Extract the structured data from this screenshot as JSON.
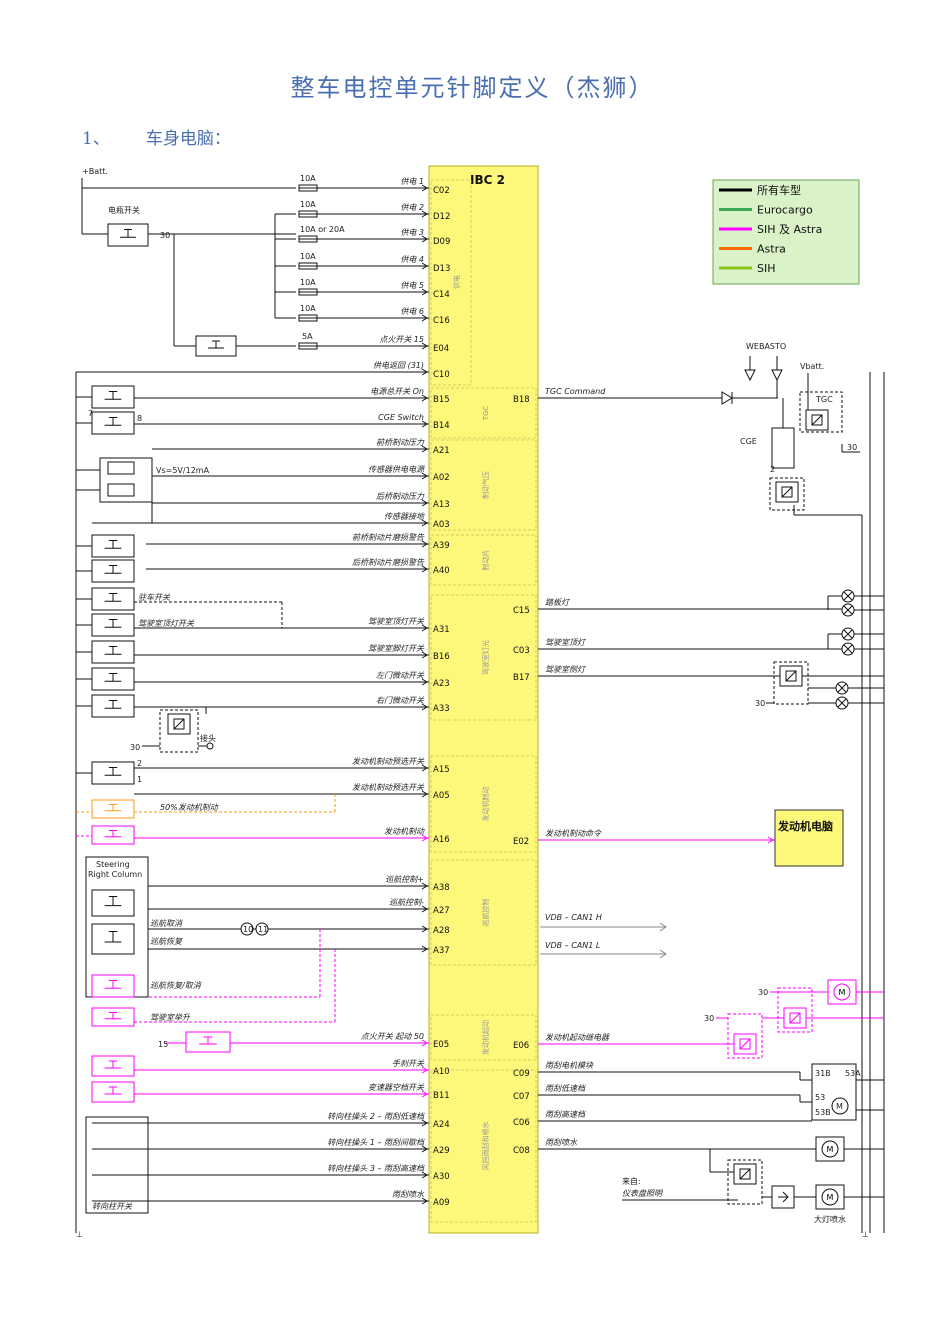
{
  "doc_title": "整车电控单元针脚定义（杰狮）",
  "section": {
    "number": "1、",
    "title": "车身电脑："
  },
  "module": {
    "name": "IBC 2",
    "engine_box": "发动机电脑"
  },
  "legend": [
    {
      "label": "所有车型",
      "color": "#000000"
    },
    {
      "label": "Eurocargo",
      "color": "#3aa857"
    },
    {
      "label": "SIH 及 Astra",
      "color": "#ff00ff"
    },
    {
      "label": "Astra",
      "color": "#ff6a00"
    },
    {
      "label": "SIH",
      "color": "#8cc21a"
    }
  ],
  "supply": {
    "batt": "+Batt.",
    "switch": "电瓶开关",
    "node30": "30",
    "fuses": [
      "10A",
      "10A",
      "10A or 20A",
      "10A",
      "10A",
      "10A",
      "5A"
    ],
    "feeds": [
      {
        "label": "供电 1",
        "pin": "C02"
      },
      {
        "label": "供电 2",
        "pin": "D12"
      },
      {
        "label": "供电 3",
        "pin": "D09"
      },
      {
        "label": "供电 4",
        "pin": "D13"
      },
      {
        "label": "供电 5",
        "pin": "C14"
      },
      {
        "label": "供电 6",
        "pin": "C16"
      },
      {
        "label": "点火开关 15",
        "pin": "E04"
      },
      {
        "label": "供电返回 (31)",
        "pin": "C10"
      }
    ],
    "group": "供电"
  },
  "left_pins": [
    {
      "label": "电源总开关 On",
      "pin": "B15"
    },
    {
      "label": "CGE Switch",
      "pin": "B14"
    },
    {
      "label": "前桥制动压力",
      "pin": "A21"
    },
    {
      "label": "传感器供电电源",
      "pin": "A02"
    },
    {
      "label": "后桥制动压力",
      "pin": "A13"
    },
    {
      "label": "传感器接地",
      "pin": "A03"
    },
    {
      "label": "前桥制动片磨损警告",
      "pin": "A39"
    },
    {
      "label": "后桥制动片磨损警告",
      "pin": "A40"
    },
    {
      "label": "驾驶室顶灯开关",
      "pin": "A31"
    },
    {
      "label": "驾驶室脚灯开关",
      "pin": "B16"
    },
    {
      "label": "左门微动开关",
      "pin": "A23"
    },
    {
      "label": "右门微动开关",
      "pin": "A33"
    },
    {
      "label": "发动机制动预选开关",
      "pin": "A15"
    },
    {
      "label": "发动机制动预选开关",
      "pin": "A05"
    },
    {
      "label": "发动机制动",
      "pin": "A16"
    },
    {
      "label": "巡航控制+",
      "pin": "A38"
    },
    {
      "label": "巡航控制-",
      "pin": "A27"
    },
    {
      "label": "",
      "pin": "A28"
    },
    {
      "label": "",
      "pin": "A37"
    },
    {
      "label": "点火开关 起动 50",
      "pin": "E05"
    },
    {
      "label": "手刹开关",
      "pin": "A10"
    },
    {
      "label": "变速器空档开关",
      "pin": "B11"
    },
    {
      "label": "转向柱操头 2 – 雨刮低速档",
      "pin": "A24"
    },
    {
      "label": "转向柱操头 1 – 雨刮间歇档",
      "pin": "A29"
    },
    {
      "label": "转向柱操头 3 – 雨刮高速档",
      "pin": "A30"
    },
    {
      "label": "雨刮喷水",
      "pin": "A09"
    }
  ],
  "right_pins": [
    {
      "pin": "B18",
      "label": "TGC Command"
    },
    {
      "pin": "C15",
      "label": "踏板灯"
    },
    {
      "pin": "C03",
      "label": "驾驶室顶灯"
    },
    {
      "pin": "B17",
      "label": "驾驶室侧灯"
    },
    {
      "pin": "E02",
      "label": "发动机制动命令"
    },
    {
      "pin": "E06",
      "label": "发动机起动继电器"
    },
    {
      "pin": "C09",
      "label": "雨刮电机模块"
    },
    {
      "pin": "C07",
      "label": "雨刮低速档"
    },
    {
      "pin": "C06",
      "label": "雨刮高速档"
    },
    {
      "pin": "C08",
      "label": "雨刮喷水"
    }
  ],
  "groups": [
    "TGC",
    "制动气压",
    "制动片",
    "驾驶室灯光",
    "发动机制动",
    "巡航控制",
    "发动机起动",
    "风挡雨刮和喷水"
  ],
  "switch_labels": {
    "park": "驻车开关",
    "roof": "驾驶室顶灯开关",
    "vs": "Vs=5V/12mA",
    "plug": "接头",
    "engine50": "50%发动机制动",
    "steering": "Steering Right Column",
    "cancel": "巡航取消",
    "resume": "巡航恢复",
    "resume_cancel": "巡航恢复/取消",
    "tilt": "驾驶室举升",
    "stalk": "转向柱开关",
    "fuse15": "15",
    "circ10": "10",
    "circ11": "11",
    "n30": "30",
    "n2": "2",
    "n1": "1",
    "n7": "7",
    "n8": "8"
  },
  "right_side": {
    "webasto": "WEBASTO",
    "vbatt": "Vbatt.",
    "tgc": "TGC",
    "cge": "CGE",
    "n2": "2",
    "n30a": "30",
    "n30b": "30",
    "n30c": "30",
    "n30d": "30",
    "can_h": "VDB – CAN1 H",
    "can_l": "VDB – CAN1 L",
    "from_label": "来自:",
    "from_source": "仪表盘照明",
    "washer": "大灯喷水",
    "motor": "M",
    "t31b": "31B",
    "t53a": "53A",
    "t53": "53",
    "t53b": "53B"
  }
}
